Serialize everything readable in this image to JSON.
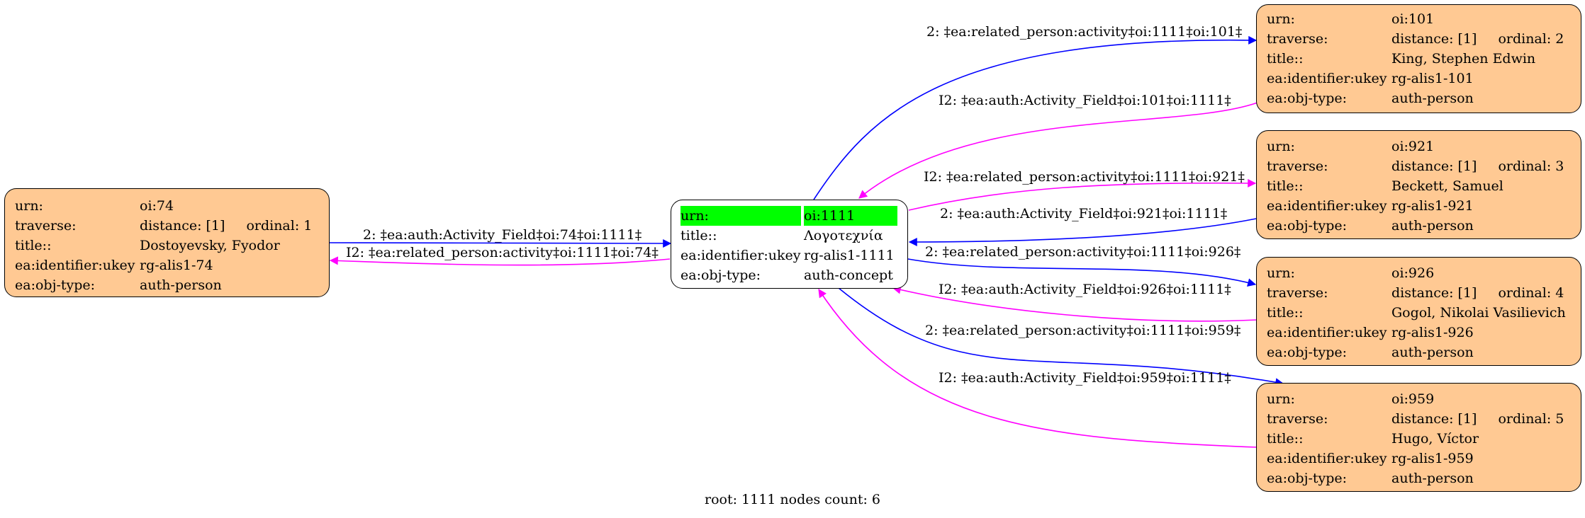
{
  "labels": {
    "urn": "urn:",
    "traverse": "traverse:",
    "title": "title::",
    "ukey": "ea:identifier:ukey",
    "objtype": "ea:obj-type:"
  },
  "root_node": {
    "urn": "oi:1111",
    "title": "Λογοτεχνία",
    "ukey": "rg-alis1-1111",
    "objtype": "auth-concept"
  },
  "nodes": [
    {
      "urn": "oi:74",
      "distance": "distance: [1]",
      "ordinal": "ordinal: 1",
      "title": "Dostoyevsky, Fyodor",
      "ukey": "rg-alis1-74",
      "objtype": "auth-person"
    },
    {
      "urn": "oi:101",
      "distance": "distance: [1]",
      "ordinal": "ordinal: 2",
      "title": "King, Stephen Edwin",
      "ukey": "rg-alis1-101",
      "objtype": "auth-person"
    },
    {
      "urn": "oi:921",
      "distance": "distance: [1]",
      "ordinal": "ordinal: 3",
      "title": "Beckett, Samuel",
      "ukey": "rg-alis1-921",
      "objtype": "auth-person"
    },
    {
      "urn": "oi:926",
      "distance": "distance: [1]",
      "ordinal": "ordinal: 4",
      "title": "Gogol, Nikolai Vasilievich",
      "ukey": "rg-alis1-926",
      "objtype": "auth-person"
    },
    {
      "urn": "oi:959",
      "distance": "distance: [1]",
      "ordinal": "ordinal: 5",
      "title": "Hugo, Víctor",
      "ukey": "rg-alis1-959",
      "objtype": "auth-person"
    }
  ],
  "edges": [
    {
      "label": "2: ‡ea:auth:Activity_Field‡oi:74‡oi:1111‡",
      "color": "#0000ff"
    },
    {
      "label": "I2: ‡ea:related_person:activity‡oi:1111‡oi:74‡",
      "color": "#ff00ff"
    },
    {
      "label": "2: ‡ea:related_person:activity‡oi:1111‡oi:101‡",
      "color": "#0000ff"
    },
    {
      "label": "I2: ‡ea:auth:Activity_Field‡oi:101‡oi:1111‡",
      "color": "#ff00ff"
    },
    {
      "label": "I2: ‡ea:related_person:activity‡oi:1111‡oi:921‡",
      "color": "#ff00ff"
    },
    {
      "label": "2: ‡ea:auth:Activity_Field‡oi:921‡oi:1111‡",
      "color": "#0000ff"
    },
    {
      "label": "2: ‡ea:related_person:activity‡oi:1111‡oi:926‡",
      "color": "#0000ff"
    },
    {
      "label": "I2: ‡ea:auth:Activity_Field‡oi:926‡oi:1111‡",
      "color": "#ff00ff"
    },
    {
      "label": "2: ‡ea:related_person:activity‡oi:1111‡oi:959‡",
      "color": "#0000ff"
    },
    {
      "label": "I2: ‡ea:auth:Activity_Field‡oi:959‡oi:1111‡",
      "color": "#ff00ff"
    }
  ],
  "colors": {
    "person_fill": "#ffc993",
    "root_highlight": "#00ff00",
    "forward_edge": "#0000ff",
    "inverse_edge": "#ff00ff"
  },
  "footer": "root: 1111 nodes count: 6"
}
